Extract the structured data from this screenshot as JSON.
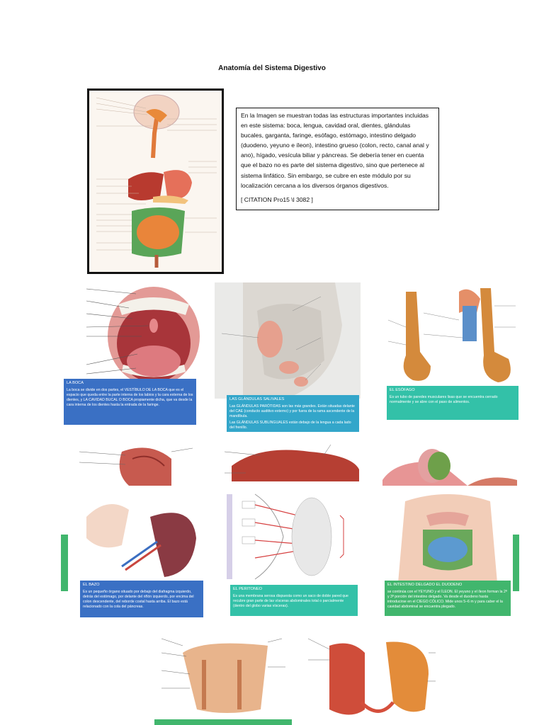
{
  "title": "Anatomía del Sistema Digestivo",
  "intro": {
    "text": "En la Imagen se muestran todas las estructuras importantes incluidas en este sistema: boca, lengua, cavidad oral, dientes, glándulas bucales, garganta, faringe, esófago, estómago, intestino delgado (duodeno, yeyuno e íleon), intestino grueso (colon, recto, canal anal y ano), hígado, vesícula biliar y páncreas. Se debería tener en cuenta que el bazo no es parte del sistema digestivo, sino que pertenece al sistema linfático. Sin embargo, se cubre en este módulo por su localización cercana a los diversos órganos digestivos.",
    "citation": "[ CITATION Pro15 \\l 3082 ]"
  },
  "cards": {
    "boca": {
      "title": "LA BOCA",
      "body": "La boca se divide en dos partes, el VESTÍBULO DE LA BOCA que es el espacio que queda entre la parte interna de los labios y la cara externa de los dientes, y LA CAVIDAD BUCAL O BOCA propiamente dicha, que va desde la cara interna de los dientes hasta la entrada de la faringe."
    },
    "glandulas": {
      "title": "LAS GLÁNDULAS SALIVALES",
      "body": "Las GLÁNDULAS PARÓTIDAS son las más grandes. Están situadas delante del CAE (conducto auditivo externo) y por fuera de la rama ascendente de la mandíbula.",
      "body2": "Las GLÁNDULAS SUBLINGUALES están debajo de la lengua a cada lado del frenillo."
    },
    "esofago": {
      "title": "EL ESÓFAGO",
      "body": "Es un tubo de paredes musculares lisas que se encuentra cerrado normalmente y se abre con el paso de alimentos."
    },
    "bazo": {
      "title": "EL BAZO",
      "body": "Es un pequeño órgano situado por debajo del diafragma izquierdo, detrás del estómago, por delante del riñón izquierdo, por encima del colon descendente, del reborde costal hasta arriba. El bazo está relacionado con la cola del páncreas."
    },
    "peritoneo": {
      "title": "EL PERITONEO",
      "body": "Es una membrana serosa dispuesta como un saco de doble pared que recubre gran parte de las vísceras abdominales total o parcialmente (dentro del globo varias vísceras)."
    },
    "intestino": {
      "title": "EL INTESTINO DELGADO EL DUODENO",
      "body": "se continúa con el YEYUNO y el ÍLEON. El yeyuno y el íleon forman la 2ª y 3ª porción del intestino delgado. Va desde el duodeno hasta introducirse en el CIEGO CÓLICO. Mide unos 5–6 m y para caber el la cavidad abdominal se encuentra plegado."
    }
  },
  "figures": {
    "main": "digestive-system-overview",
    "mouth": "mouth-cavity",
    "salivary": "salivary-glands",
    "esophagus": "esophagus",
    "stomach": "stomach-duodenum-interior",
    "liver": "liver-pancreas-duodenum",
    "gallbladder": "gallbladder",
    "spleen": "spleen",
    "peritoneum": "peritoneum",
    "intestine": "gastrointestinal-tumor-parts",
    "large-intestine": "large-intestine",
    "colon": "colon-sections"
  },
  "colors": {
    "blue": "#3a70c4",
    "light_blue": "#33a6ca",
    "teal": "#33c1a8",
    "green": "#41b66d"
  }
}
